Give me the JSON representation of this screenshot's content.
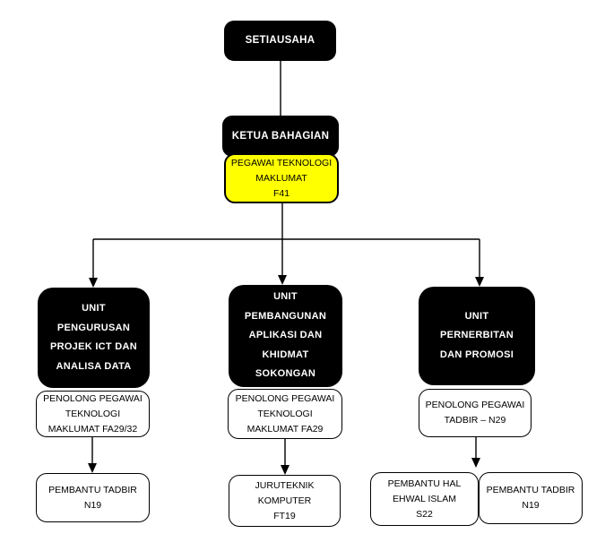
{
  "diagram": {
    "type": "org-chart",
    "colors": {
      "node_primary_fill": "#000000",
      "node_primary_text": "#ffffff",
      "node_highlight_fill": "#ffff00",
      "node_default_fill": "#ffffff",
      "node_border": "#000000",
      "connector": "#000000",
      "background": "#ffffff"
    },
    "nodes": {
      "setiausaha": {
        "lines": [
          "SETIAUSAHA"
        ]
      },
      "ketua_bahagian": {
        "lines": [
          "KETUA BAHAGIAN"
        ]
      },
      "pegawai_teknologi_maklumat": {
        "lines": [
          "PEGAWAI TEKNOLOGI",
          "MAKLUMAT",
          "F41"
        ]
      },
      "unit_pengurusan": {
        "lines": [
          "UNIT",
          "PENGURUSAN",
          "PROJEK ICT DAN",
          "ANALISA DATA"
        ]
      },
      "penolong_pegawai_fa29_32": {
        "lines": [
          "PENOLONG PEGAWAI",
          "TEKNOLOGI",
          "MAKLUMAT FA29/32"
        ]
      },
      "pembantu_tadbir_left": {
        "lines": [
          "PEMBANTU TADBIR",
          "N19"
        ]
      },
      "unit_pembangunan": {
        "lines": [
          "UNIT",
          "PEMBANGUNAN",
          "APLIKASI DAN",
          "KHIDMAT",
          "SOKONGAN"
        ]
      },
      "penolong_pegawai_fa29": {
        "lines": [
          "PENOLONG PEGAWAI",
          "TEKNOLOGI",
          "MAKLUMAT FA29"
        ]
      },
      "juruteknik_komputer": {
        "lines": [
          "JURUTEKNIK",
          "KOMPUTER",
          "FT19"
        ]
      },
      "unit_pernerbitan": {
        "lines": [
          "UNIT",
          "PERNERBITAN",
          "DAN PROMOSI"
        ]
      },
      "penolong_pegawai_tadbir_n29": {
        "lines": [
          "PENOLONG PEGAWAI",
          "TADBIR – N29"
        ]
      },
      "pembantu_hal_ehwal_islam": {
        "lines": [
          "PEMBANTU HAL",
          "EHWAL ISLAM",
          "S22"
        ]
      },
      "pembantu_tadbir_right": {
        "lines": [
          "PEMBANTU TADBIR",
          "N19"
        ]
      }
    },
    "edges": [
      {
        "from": "setiausaha",
        "to": "ketua_bahagian"
      },
      {
        "from": "ketua_bahagian",
        "to": "pegawai_teknologi_maklumat"
      },
      {
        "from": "pegawai_teknologi_maklumat",
        "to": "unit_pengurusan"
      },
      {
        "from": "pegawai_teknologi_maklumat",
        "to": "unit_pembangunan"
      },
      {
        "from": "pegawai_teknologi_maklumat",
        "to": "unit_pernerbitan"
      },
      {
        "from": "unit_pengurusan",
        "to": "penolong_pegawai_fa29_32"
      },
      {
        "from": "penolong_pegawai_fa29_32",
        "to": "pembantu_tadbir_left"
      },
      {
        "from": "unit_pembangunan",
        "to": "penolong_pegawai_fa29"
      },
      {
        "from": "penolong_pegawai_fa29",
        "to": "juruteknik_komputer"
      },
      {
        "from": "unit_pernerbitan",
        "to": "penolong_pegawai_tadbir_n29"
      },
      {
        "from": "penolong_pegawai_tadbir_n29",
        "to": "pembantu_hal_ehwal_islam"
      },
      {
        "from": "penolong_pegawai_tadbir_n29",
        "to": "pembantu_tadbir_right"
      }
    ]
  }
}
